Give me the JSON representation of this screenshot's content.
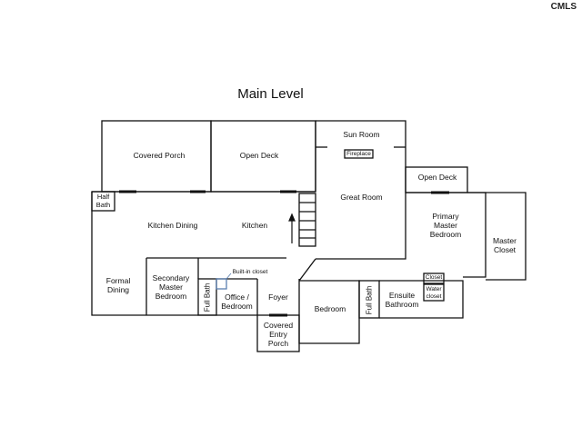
{
  "header": {
    "logo_text": "CMLS",
    "title": "Main Level"
  },
  "rooms": {
    "covered_porch": "Covered Porch",
    "open_deck_left": "Open Deck",
    "sun_room": "Sun Room",
    "fireplace": "Fireplace",
    "open_deck_right": "Open Deck",
    "half_bath": "Half\nBath",
    "kitchen_dining": "Kitchen Dining",
    "kitchen": "Kitchen",
    "great_room": "Great Room",
    "primary_master_bedroom": "Primary\nMaster\nBedroom",
    "master_closet": "Master\nCloset",
    "formal_dining": "Formal\nDining",
    "secondary_master_bedroom": "Secondary\nMaster\nBedroom",
    "full_bath_left": "Full Bath",
    "built_in_closet": "Built-in closet",
    "office_bedroom": "Office /\nBedroom",
    "foyer": "Foyer",
    "bedroom": "Bedroom",
    "full_bath_right": "Full Bath",
    "ensuite_bathroom": "Ensuite\nBathroom",
    "closet": "Closet",
    "water_closet": "Water\ncloset",
    "covered_entry_porch": "Covered\nEntry\nPorch"
  }
}
